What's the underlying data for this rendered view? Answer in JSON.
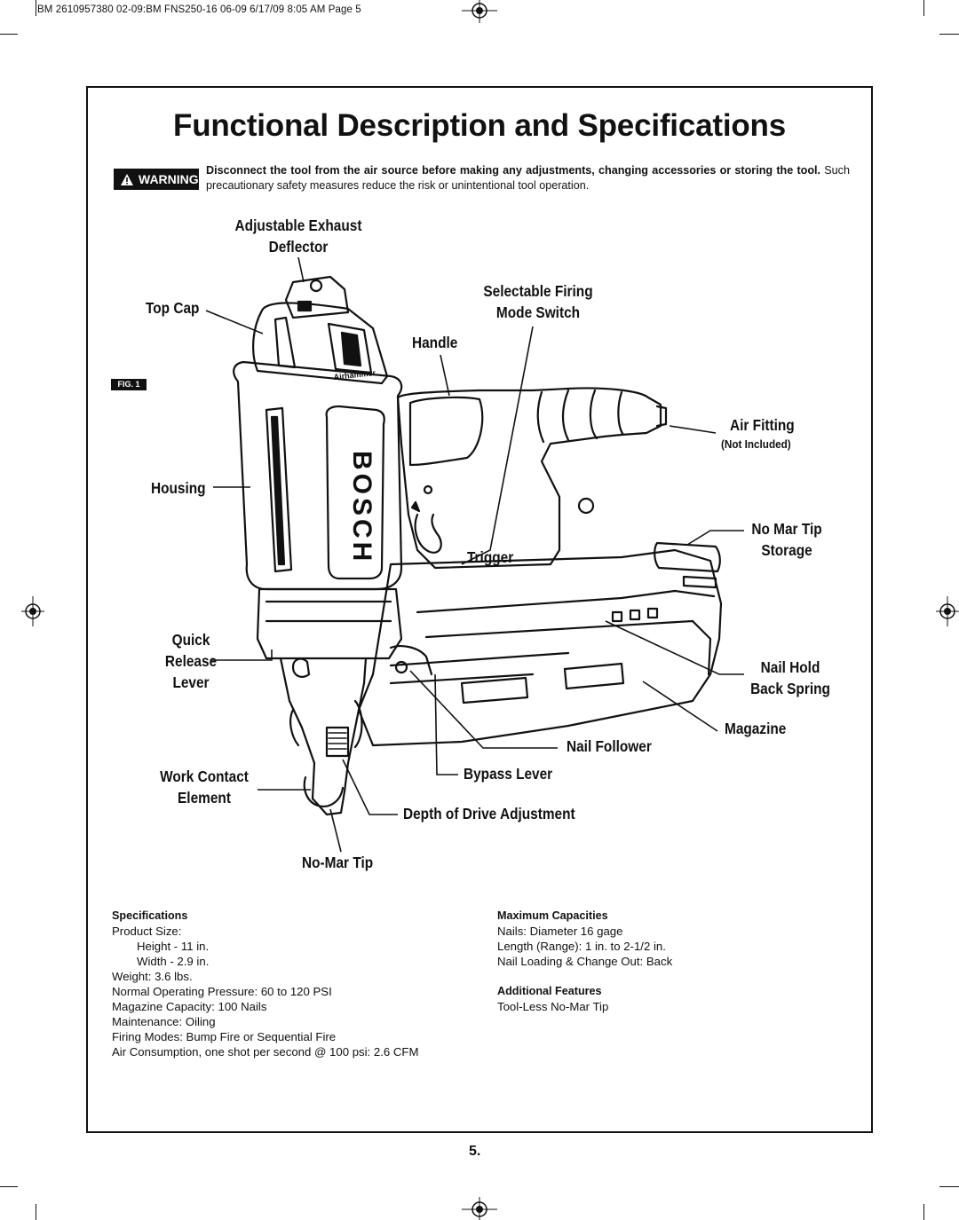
{
  "header": {
    "print_line": "BM 2610957380 02-09:BM FNS250-16 06-09  6/17/09  8:05 AM  Page 5"
  },
  "title": "Functional Description and Specifications",
  "warning": {
    "badge": "WARNING",
    "bold_text": "Disconnect the tool from the air source before making any adjustments, changing accessories or storing the tool.",
    "text": " Such precautionary safety measures reduce the risk or unintentional tool operation."
  },
  "figure": {
    "tag": "FIG. 1",
    "tool_markings": {
      "brand": "BOSCH",
      "model": "Airhammer"
    },
    "labels": {
      "adjustable_exhaust_line1": "Adjustable Exhaust",
      "adjustable_exhaust_line2": "Deflector",
      "top_cap": "Top Cap",
      "selectable_firing_line1": "Selectable Firing",
      "selectable_firing_line2": "Mode Switch",
      "handle": "Handle",
      "air_fitting": "Air Fitting",
      "not_included": "(Not Included)",
      "housing": "Housing",
      "no_mar_tip_storage_line1": "No Mar Tip",
      "no_mar_tip_storage_line2": "Storage",
      "trigger": "Trigger",
      "quick_line1": "Quick",
      "quick_line2": "Release",
      "quick_line3": "Lever",
      "nail_hold_line1": "Nail Hold",
      "nail_hold_line2": "Back Spring",
      "magazine": "Magazine",
      "nail_follower": "Nail Follower",
      "work_contact_line1": "Work Contact",
      "work_contact_line2": "Element",
      "bypass_lever": "Bypass Lever",
      "depth_of_drive": "Depth of Drive Adjustment",
      "no_mar_tip": "No-Mar Tip"
    }
  },
  "specifications": {
    "heading": "Specifications",
    "product_size": "Product Size:",
    "height": "Height - 11 in.",
    "width": "Width - 2.9 in.",
    "weight": "Weight: 3.6 lbs.",
    "pressure": "Normal Operating Pressure: 60 to 120 PSI",
    "magazine_capacity": "Magazine Capacity: 100 Nails",
    "maintenance": "Maintenance: Oiling",
    "firing_modes": "Firing Modes: Bump Fire or Sequential Fire",
    "air_consumption": "Air Consumption, one shot per second @ 100 psi:  2.6 CFM"
  },
  "maximum_capacities": {
    "heading": "Maximum Capacities",
    "nails": "Nails: Diameter 16 gage",
    "length": "Length (Range): 1 in. to 2-1/2 in.",
    "loading": "Nail Loading & Change Out: Back"
  },
  "additional_features": {
    "heading": "Additional Features",
    "tip": "Tool-Less No-Mar Tip"
  },
  "page_number": "5."
}
